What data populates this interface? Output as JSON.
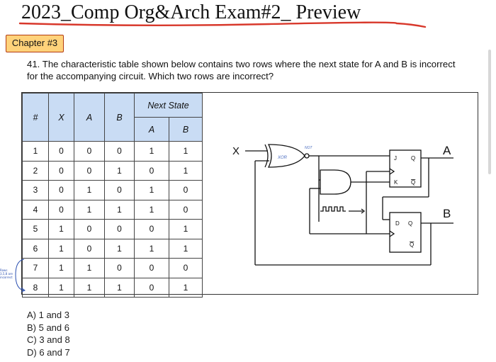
{
  "header": {
    "title": "2023_Comp Org&Arch Exam#2_ Preview",
    "underline_color": "#d8382b"
  },
  "chapter": {
    "label": "Chapter #3",
    "color": "#ffd27a"
  },
  "question": {
    "text": "41. The characteristic table shown below contains two rows where the next state for A and B is incorrect for the accompanying circuit. Which two rows are incorrect?"
  },
  "table": {
    "headers": {
      "num": "#",
      "x": "X",
      "a": "A",
      "b": "B",
      "next_state": "Next State",
      "next_a": "A",
      "next_b": "B"
    },
    "header_color": "#c9dcf4",
    "rows": [
      [
        "1",
        "0",
        "0",
        "0",
        "1",
        "1"
      ],
      [
        "2",
        "0",
        "0",
        "1",
        "0",
        "1"
      ],
      [
        "3",
        "0",
        "1",
        "0",
        "1",
        "0"
      ],
      [
        "4",
        "0",
        "1",
        "1",
        "1",
        "0"
      ],
      [
        "5",
        "1",
        "0",
        "0",
        "0",
        "1"
      ],
      [
        "6",
        "1",
        "0",
        "1",
        "1",
        "1"
      ],
      [
        "7",
        "1",
        "1",
        "0",
        "0",
        "0"
      ],
      [
        "8",
        "1",
        "1",
        "1",
        "0",
        "1"
      ]
    ]
  },
  "circuit": {
    "input_label": "X",
    "output_a_label": "A",
    "output_b_label": "B",
    "gate_labels": {
      "xor": "XOR",
      "not": "NOT"
    },
    "jk": {
      "j": "J",
      "k": "K",
      "q": "Q",
      "qbar": "Q"
    },
    "d": {
      "d": "D",
      "q": "Q",
      "qbar": "Q"
    }
  },
  "side_note": "Rows 3,5,8 are incorrect",
  "answers": [
    "A) 1 and 3",
    "B) 5 and 6",
    "C) 3 and 8",
    "D) 6 and 7"
  ]
}
